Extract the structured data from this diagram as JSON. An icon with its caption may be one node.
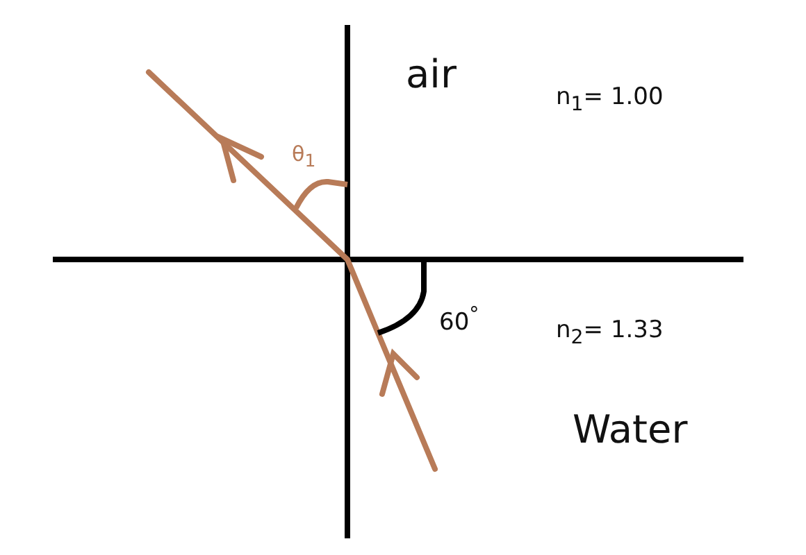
{
  "diagram": {
    "labels": [
      "air",
      "n$_{1}$= 1.00",
      "θ$_{1}$",
      "60$^{°}$",
      "n$_{2}$= 1.33",
      "Water"
    ]
  }
}
